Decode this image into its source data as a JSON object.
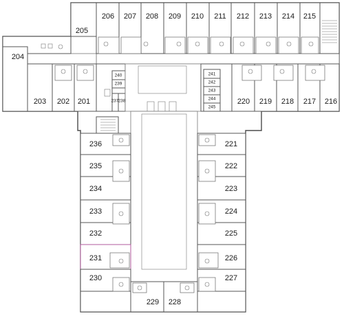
{
  "highlight_color": "#f2b3dc",
  "highlighted_room": "231",
  "rooms": {
    "r206": "206",
    "r207": "207",
    "r208": "208",
    "r209": "209",
    "r210": "210",
    "r211": "211",
    "r212": "212",
    "r213": "213",
    "r214": "214",
    "r215": "215",
    "r205": "205",
    "r204": "204",
    "r203": "203",
    "r202": "202",
    "r201": "201",
    "r220": "220",
    "r219": "219",
    "r218": "218",
    "r217": "217",
    "r216": "216",
    "r240": "240",
    "r239": "239",
    "r237": "237",
    "r238": "238",
    "r241": "241",
    "r242": "242",
    "r243": "243",
    "r244": "244",
    "r245": "245",
    "r236": "236",
    "r235": "235",
    "r234": "234",
    "r233": "233",
    "r232": "232",
    "r231": "231",
    "r230": "230",
    "r221": "221",
    "r222": "222",
    "r223": "223",
    "r224": "224",
    "r225": "225",
    "r226": "226",
    "r227": "227",
    "r229": "229",
    "r228": "228"
  },
  "icons": [
    "stair-icon",
    "toilet-icon",
    "sink-icon",
    "elevator-icon"
  ]
}
